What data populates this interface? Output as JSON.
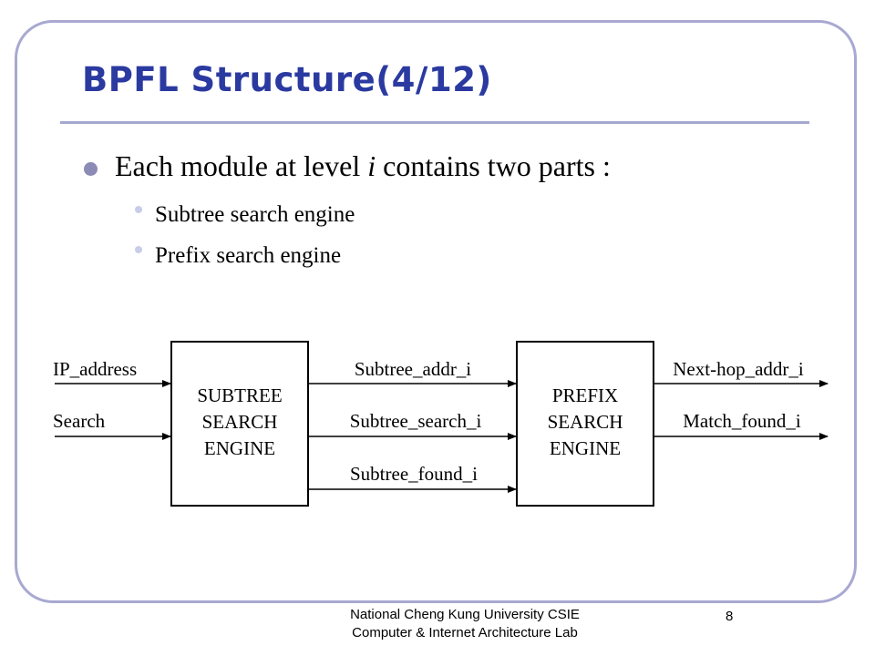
{
  "slide": {
    "title": "BPFL Structure(4/12)",
    "bullet": {
      "pre": "Each module at level ",
      "var": "i",
      "post": " contains two parts :"
    },
    "sub_bullets": [
      "Subtree search engine",
      "Prefix search engine"
    ]
  },
  "diagram": {
    "subtree_engine": [
      "SUBTREE",
      "SEARCH",
      "ENGINE"
    ],
    "prefix_engine": [
      "PREFIX",
      "SEARCH",
      "ENGINE"
    ],
    "inputs": [
      "IP_address",
      "Search"
    ],
    "middle_signals": [
      "Subtree_addr_i",
      "Subtree_search_i",
      "Subtree_found_i"
    ],
    "outputs": [
      "Next-hop_addr_i",
      "Match_found_i"
    ]
  },
  "footer": {
    "line1": "National Cheng Kung University CSIE",
    "line2": "Computer & Internet Architecture Lab",
    "page_number": "8"
  },
  "colors": {
    "title": "#2b3aa0",
    "frame_border": "#a8a8d2",
    "bullet_dot": "#8b8bb5",
    "sub_bullet_dot": "#c9cde8"
  }
}
